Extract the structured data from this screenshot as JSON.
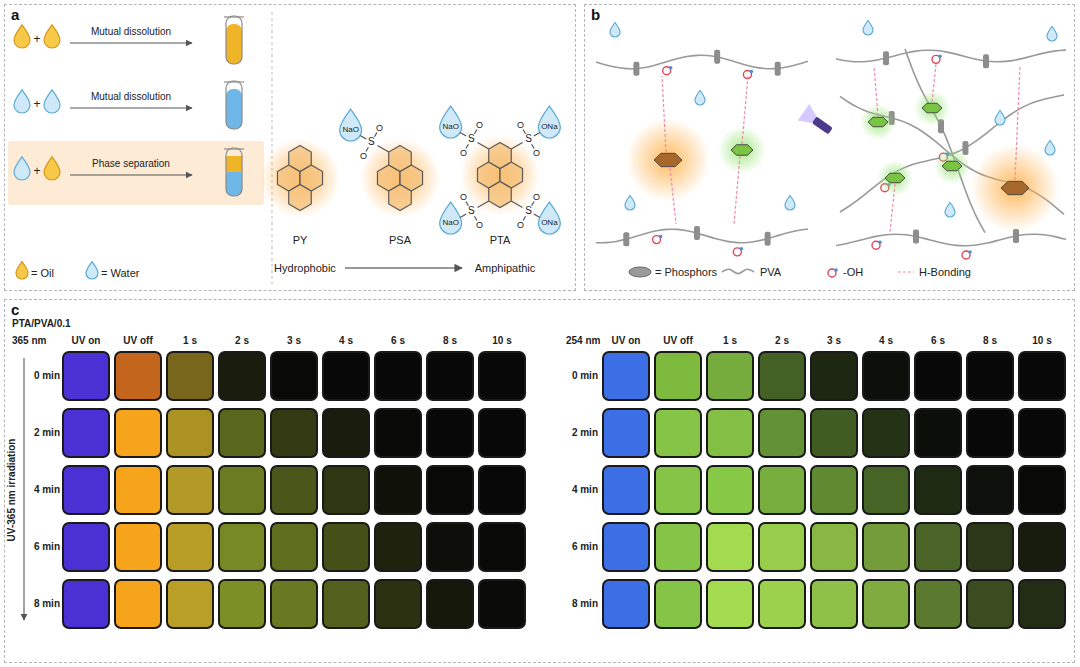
{
  "diagram": {
    "nodes": [
      {
        "text": [
          "a"
        ]
      },
      {
        "text": [
          "b"
        ]
      },
      {
        "text": [
          "c"
        ]
      }
    ],
    "labels": [
      "+",
      "Mutual dissolution",
      "+",
      "Mutual dissolution",
      "+",
      "Phase separation",
      "NaO",
      "S",
      "O",
      "O",
      "NaO",
      "S",
      "O",
      "O",
      "ONa",
      "S",
      "O",
      "O",
      "NaO",
      "S",
      "O",
      "O",
      "ONa",
      "S",
      "O",
      "O",
      "PY",
      "PSA",
      "PTA",
      "Hydrophobic",
      "Amphipathic",
      "PTA/PVA/0.1",
      "365 nm",
      "UV on",
      "UV off",
      "1 s",
      "2 s",
      "3 s",
      "4 s",
      "6 s",
      "8 s",
      "10 s",
      "254 nm",
      "UV on",
      "UV off",
      "1 s",
      "2 s",
      "3 s",
      "4 s",
      "6 s",
      "8 s",
      "10 s",
      "UV-365 nm irradiation",
      "0 min",
      "2 min",
      "4 min",
      "6 min",
      "8 min",
      "0 min",
      "2 min",
      "4 min",
      "6 min",
      "8 min"
    ],
    "legend": [
      {
        "text": "= Oil"
      },
      {
        "text": "= Water"
      },
      {
        "text": "= Phosphors"
      },
      {
        "text": "PVA"
      },
      {
        "text": "-OH"
      },
      {
        "text": "H-Bonding"
      }
    ]
  }
}
